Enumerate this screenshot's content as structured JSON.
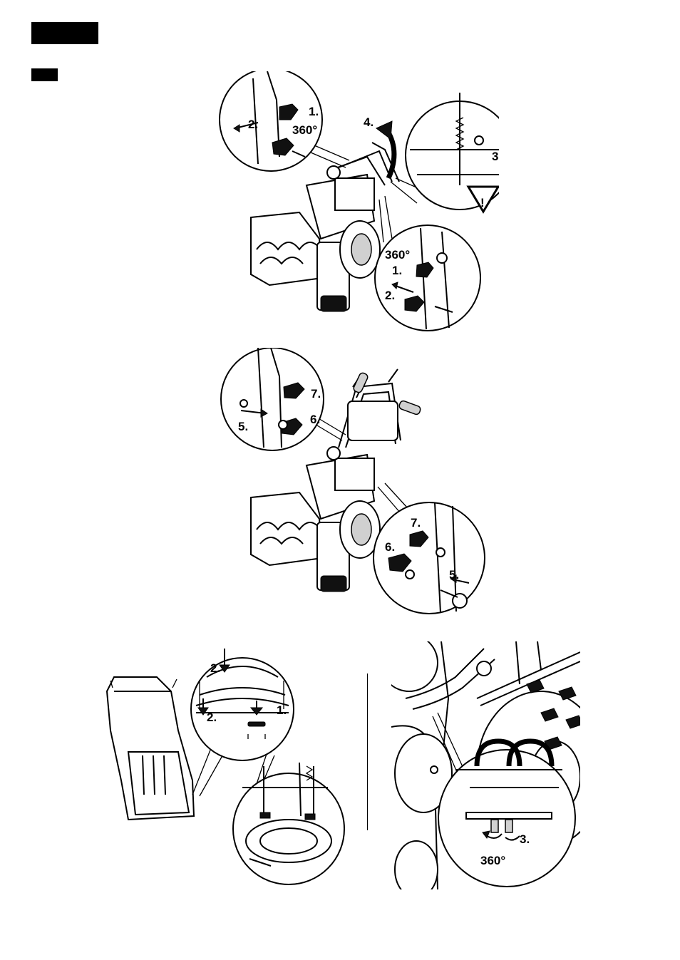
{
  "figure1": {
    "steps": {
      "s1": "1.",
      "s2": "2.",
      "s3": "3.",
      "s4": "4.",
      "rot": "360°",
      "s1b": "1.",
      "s2b": "2.",
      "rotb": "360°"
    }
  },
  "figure2": {
    "steps": {
      "s7": "7.",
      "s6": "6.",
      "s5": "5.",
      "s7b": "7.",
      "s6b": "6.",
      "s5b": "5."
    }
  },
  "figure3": {
    "steps": {
      "s2a": "2.",
      "s2b": "2.",
      "s1": "1."
    }
  },
  "figure4": {
    "steps": {
      "s3": "3.",
      "rot": "360°"
    }
  }
}
